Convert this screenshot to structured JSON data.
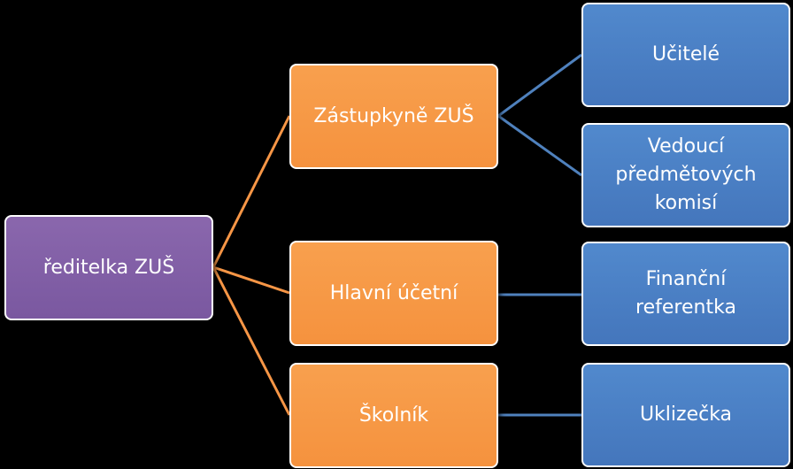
{
  "diagram": {
    "nodes": {
      "root": "ředitelka ZUŠ",
      "zastupkyne": "Zástupkyně ZUŠ",
      "ucetni": "Hlavní účetní",
      "skolnik": "Školník",
      "ucitele": "Učitelé",
      "vedouci": "Vedoucí\npředmětových\nkomisí",
      "financni": "Finanční\nreferentka",
      "uklizecka": "Uklizečka"
    },
    "colors": {
      "root": "#7f5fa5",
      "level1": "#f79646",
      "level2": "#4f81bd",
      "connector_level1": "#f79646",
      "connector_level2": "#4f81bd",
      "background": "#000000"
    }
  }
}
